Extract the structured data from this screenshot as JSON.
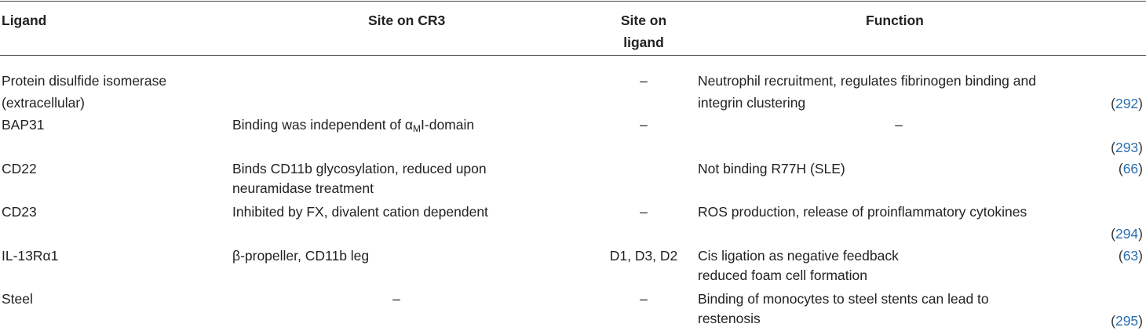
{
  "header": {
    "ligand": "Ligand",
    "site_cr3": "Site on CR3",
    "site_ligand_l1": "Site on",
    "site_ligand_l2": "ligand",
    "function": "Function"
  },
  "rows": [
    {
      "ligand_l1": "Protein disulfide isomerase",
      "ligand_l2": "(extracellular)",
      "site_ligand": "–",
      "function_l1": "Neutrophil recruitment, regulates fibrinogen binding and",
      "function_l2": "integrin clustering",
      "ref": "292"
    },
    {
      "ligand_l1": "BAP31",
      "site_cr3_pre": "Binding was independent of α",
      "site_cr3_sub": "M",
      "site_cr3_post": "I-domain",
      "site_ligand": "–",
      "function_l1": "–",
      "ref": "293"
    },
    {
      "ligand_l1": "CD22",
      "site_cr3_l1": "Binds CD11b glycosylation, reduced upon",
      "site_cr3_l2": "neuramidase treatment",
      "function_l1": "Not binding R77H (SLE)",
      "ref": "66"
    },
    {
      "ligand_l1": "CD23",
      "site_cr3_l1": "Inhibited by FX, divalent cation dependent",
      "site_ligand": "–",
      "function_l1": "ROS production, release of proinflammatory cytokines",
      "ref": "294"
    },
    {
      "ligand_l1": "IL-13Rα1",
      "site_cr3_l1": "β-propeller, CD11b leg",
      "site_ligand": "D1, D3, D2",
      "function_l1": "Cis ligation as negative feedback",
      "function_l2": "reduced foam cell formation",
      "ref": "63"
    },
    {
      "ligand_l1": "Steel",
      "site_cr3_l1": "–",
      "site_ligand": "–",
      "function_l1": "Binding of monocytes to steel stents can lead to",
      "function_l2": "restenosis",
      "ref": "295"
    }
  ]
}
